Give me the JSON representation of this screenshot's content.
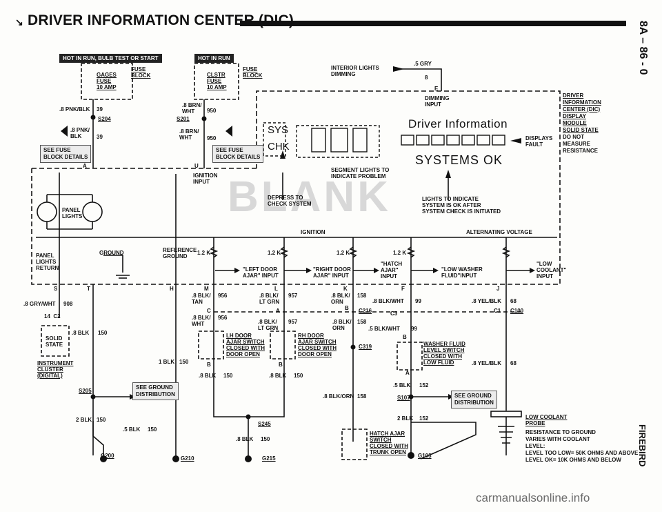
{
  "header": {
    "arrow": "↘",
    "title": "DRIVER INFORMATION CENTER (DIC)",
    "side_page": "8A – 86 - 0",
    "side_model": "FIREBIRD"
  },
  "watermark": "carmanualsonline.info",
  "background_text": "BLANK",
  "tags": {
    "hot_bulb": "HOT IN RUN, BULB TEST OR START",
    "hot_run": "HOT IN RUN"
  },
  "fuses": {
    "gages": "GAGES\nFUSE\n10 AMP",
    "fuse_block_1": "FUSE\nBLOCK",
    "clstr": "CLSTR\nFUSE\n10 AMP",
    "fuse_block_2": "FUSE\nBLOCK"
  },
  "see_boxes": {
    "fuse_left": "SEE FUSE\nBLOCK DETAILS",
    "fuse_mid": "SEE FUSE\nBLOCK DETAILS",
    "ground_left": "SEE GROUND\nDISTRIBUTION",
    "ground_right": "SEE GROUND\nDISTRIBUTION"
  },
  "labels": {
    "w_pnkblk_39": ".8 PNK/BLK",
    "n39a": "39",
    "s204": "S204",
    "w_pnk_blk": ".8 PNK/\nBLK",
    "n39b": "39",
    "w_brn_wht": ".8 BRN/\nWHT",
    "n950a": "950",
    "s201": "S201",
    "w_brn_wht2": ".8 BRN/\nWHT",
    "n950b": "950",
    "pin_a": "A",
    "pin_u": "U",
    "ign_input": "IGNITION\nINPUT",
    "int_lights": "INTERIOR LIGHTS\nDIMMING",
    "w_gry": ".5 GRY",
    "n8": "8",
    "pin_e": "E",
    "dim_input": "DIMMING\nINPUT",
    "dic_name": "DRIVER\nINFORMATION\nCENTER (DIC)\nDISPLAY\nMODULE\nSOLID STATE",
    "dic_title": "Driver Information",
    "dic_systems": "SYSTEMS OK",
    "displays_fault": "DISPLAYS\nFAULT",
    "do_not_measure": "DO NOT\nMEASURE\nRESISTANCE",
    "sys_lbl": "SYS",
    "chk_lbl": "CHK",
    "seg_lights": "SEGMENT LIGHTS TO\nINDICATE PROBLEM",
    "depress": "DEPRESS TO\nCHECK SYSTEM",
    "lights_ok": "LIGHTS TO INDICATE\nSYSTEM IS OK AFTER\nSYSTEM CHECK IS INITIATED",
    "panel_lights": "PANEL\nLIGHTS",
    "ignition": "IGNITION",
    "alt_voltage": "ALTERNATING VOLTAGE",
    "panel_return": "PANEL\nLIGHTS\nRETURN",
    "ground": "GROUND",
    "ref_ground": "REFERENCE\nGROUND",
    "r1": "1.2 K",
    "r2": "1.2 K",
    "r3": "1.2 K",
    "r4": "1.2 K",
    "left_door": "\"LEFT DOOR\nAJAR\" INPUT",
    "right_door": "\"RIGHT DOOR\nAJAR\" INPUT",
    "hatch_ajar": "\"HATCH\nAJAR\"\nINPUT",
    "low_washer": "\"LOW WASHER\nFLUID\"INPUT",
    "low_coolant": "\"LOW\nCOOLANT\"\nINPUT",
    "pin_s": "S",
    "pin_t": "T",
    "pin_h": "H",
    "pin_m": "M",
    "pin_l": "L",
    "pin_k": "K",
    "pin_f": "F",
    "pin_j": "J",
    "w_grywht": ".8 GRY/WHT",
    "n908": "908",
    "c2": "14  C2",
    "solid_state": "SOLID\nSTATE",
    "inst_cluster": "INSTRUMENT\nCLUSTER\n(DIGITAL)",
    "w_blk150a": ".8 BLK",
    "n150a": "150",
    "w_blk_956a": ".8 BLK/\nTAN",
    "n956a": "956",
    "w_blk_957a": ".8 BLK/\nLT GRN",
    "n957a": "957",
    "w_blk_158a": ".8 BLK/\nORN",
    "n158a": "158",
    "w_blkwht99a": ".8 BLK/WHT",
    "n99a": "99",
    "w_yelblk_68a": ".8 YEL/BLK",
    "n68a": "68",
    "pin_c": "C",
    "pin_a2": "A",
    "pin_b2": "B",
    "c216": "C216",
    "c3": "C3",
    "pin_c1": "C1",
    "c100": "C100",
    "w_blk_956b": ".8 BLK/\nWHT",
    "n956b": "956",
    "w_blk_957b": ".8 BLK/\nLT GRN",
    "n957b": "957",
    "w_blk_158b": ".8 BLK/\nORN",
    "n158b": "158",
    "w_blkwht99b": ".5 BLK/WHT",
    "n99b": "99",
    "lh_door": "LH DOOR\nAJAR SWITCH\nCLOSED WITH\nDOOR OPEN",
    "rh_door": "RH DOOR\nAJAR SWITCH\nCLOSED WITH\nDOOR OPEN",
    "c319": "C319",
    "washer": "WASHER FLUID\nLEVEL SWITCH\nCLOSED WITH\nLOW FLUID",
    "w_yelblk_68b": ".8 YEL/BLK",
    "n68b": "68",
    "w_1blk150": "1 BLK",
    "n150b": "150",
    "w_8blk150c": ".8 BLK",
    "n150c": "150",
    "w_8blk150d": ".8 BLK",
    "n150d": "150",
    "w_5blk152": ".5 BLK",
    "n152a": "152",
    "s205": "S205",
    "s107": "S107",
    "w_blkorn158": ".8 BLK/ORN",
    "n158c": "158",
    "w_2blk150": "2 BLK",
    "n150e": "150",
    "w_5blk150": ".5 BLK",
    "n150f": "150",
    "s245": "S245",
    "w_8blk150g": ".8 BLK",
    "n150g": "150",
    "w_2blk152": "2 BLK",
    "n152b": "152",
    "hatch_sw": "HATCH AJAR\nSWITCH\nCLOSED WITH\nTRUNK OPEN",
    "coolant_probe": "LOW COOLANT\nPROBE",
    "probe_desc": "RESISTANCE TO GROUND\nVARIES WITH COOLANT\nLEVEL:\nLEVEL TOO LOW= 50K OHMS AND ABOVE\nLEVEL OK= 10K OHMS AND BELOW",
    "g200": "G200",
    "g210": "G210",
    "g215": "G215",
    "g103": "G103",
    "pin_b3": "B",
    "pin_a3": "A",
    "pin_b4": "B",
    "pin_b5": "B"
  }
}
